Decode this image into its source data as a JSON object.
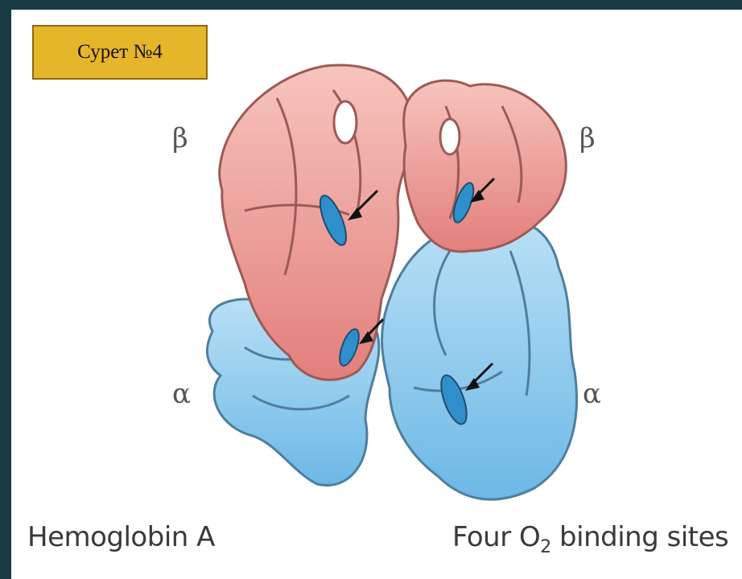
{
  "caption": "Сурет №4",
  "labels": {
    "beta_left": "β",
    "beta_right": "β",
    "alpha_left": "α",
    "alpha_right": "α"
  },
  "bottom": {
    "left": "Hemoglobin A",
    "right_prefix": "Four O",
    "right_subscript": "2",
    "right_suffix": " binding sites"
  },
  "colors": {
    "background": "#1b3b44",
    "caption_fill": "#e6b62a",
    "beta_subunit": "#ef9a96",
    "alpha_subunit": "#8fcbee",
    "heme": "#2f8fca"
  }
}
